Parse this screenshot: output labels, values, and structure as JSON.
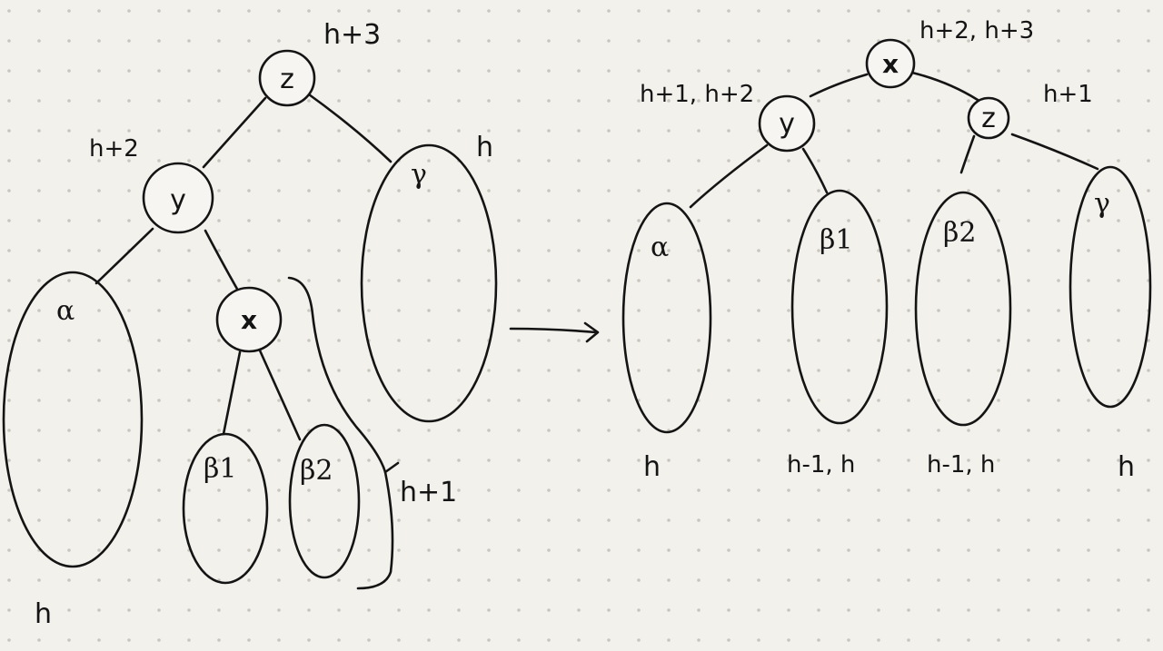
{
  "before": {
    "nodes": {
      "z": {
        "label": "z",
        "height": "h+3"
      },
      "y": {
        "label": "y",
        "height": "h+2"
      },
      "x": {
        "label": "x"
      }
    },
    "subtrees": {
      "alpha": {
        "label": "α",
        "height": "h"
      },
      "beta1": {
        "label": "β1"
      },
      "beta2": {
        "label": "β2"
      },
      "gamma": {
        "label": "γ",
        "height": "h"
      }
    },
    "brace_height": "h+1"
  },
  "after": {
    "nodes": {
      "x": {
        "label": "x",
        "height": "h+2, h+3"
      },
      "y": {
        "label": "y",
        "height": "h+1, h+2"
      },
      "z": {
        "label": "z",
        "height": "h+1"
      }
    },
    "subtrees": {
      "alpha": {
        "label": "α",
        "height": "h"
      },
      "beta1": {
        "label": "β1",
        "height": "h-1, h"
      },
      "beta2": {
        "label": "β2",
        "height": "h-1, h"
      },
      "gamma": {
        "label": "γ",
        "height": "h"
      }
    }
  }
}
